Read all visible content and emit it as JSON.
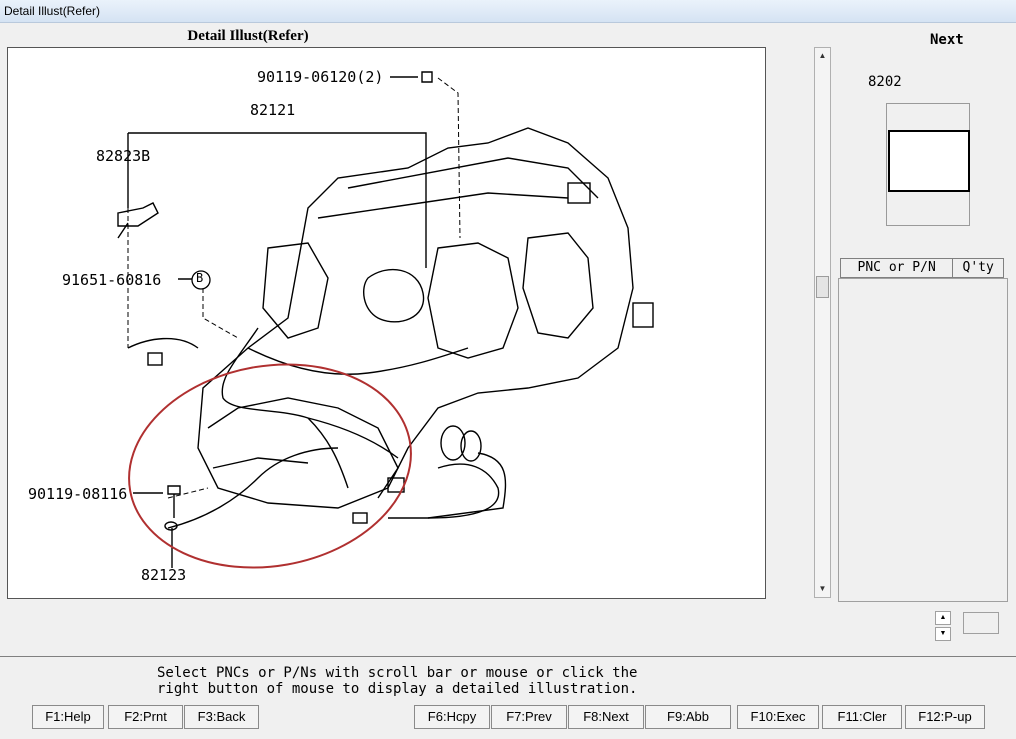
{
  "window": {
    "title": "Detail Illust(Refer)"
  },
  "illustration": {
    "heading": "Detail Illust(Refer)",
    "callouts": [
      "90119-06120(2)",
      "82121",
      "82823B",
      "91651-60816",
      "B",
      "90119-08116",
      "82123"
    ]
  },
  "navigation": {
    "next_label": "Next",
    "figure_number": "8202"
  },
  "parts_list": {
    "columns": [
      "PNC or P/N",
      "Q'ty"
    ],
    "rows": []
  },
  "message": {
    "line1": "Select PNCs or P/Ns with scroll bar or mouse or click the",
    "line2": "right button of mouse to display a detailed illustration."
  },
  "function_keys": [
    "F1:Help",
    "F2:Prnt",
    "F3:Back",
    "F6:Hcpy",
    "F7:Prev",
    "F8:Next",
    "F9:Abb",
    "F10:Exec",
    "F11:Cler",
    "F12:P-up"
  ],
  "colors": {
    "highlight_circle": "#b03030"
  }
}
